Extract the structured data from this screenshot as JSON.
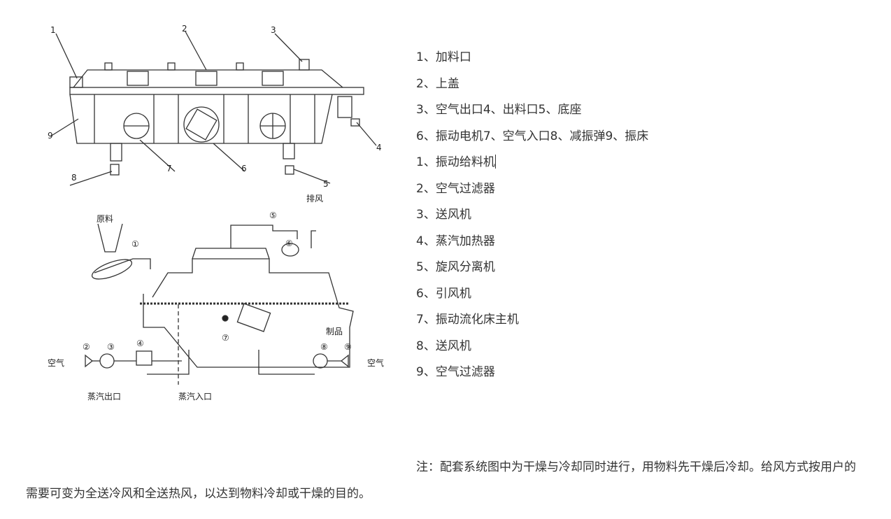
{
  "diagram": {
    "top_callouts": [
      "1",
      "2",
      "3",
      "4",
      "5",
      "6",
      "7",
      "8",
      "9"
    ],
    "top_exhaust_label": "排风",
    "raw_material": "原料",
    "product": "制品",
    "air_left": "空气",
    "air_right": "空气",
    "steam_out": "蒸汽出口",
    "steam_in": "蒸汽入口",
    "circled": [
      "①",
      "②",
      "③",
      "④",
      "⑤",
      "⑥",
      "⑦",
      "⑧",
      "⑨"
    ]
  },
  "list": [
    "1、加料口",
    "2、上盖",
    "3、空气出口4、出料口5、底座",
    "6、振动电机7、空气入口8、减振弹9、振床",
    "1、振动给料机",
    "2、空气过滤器",
    "3、送风机",
    "4、蒸汽加热器",
    "5、旋风分离机",
    "6、引风机",
    "7、振动流化床主机",
    "8、送风机",
    "9、空气过滤器"
  ],
  "note": "注：配套系统图中为干燥与冷却同时进行，用物料先干燥后冷却。给风方式按用户的需要可变为全送冷风和全送热风，以达到物料冷却或干燥的目的。"
}
